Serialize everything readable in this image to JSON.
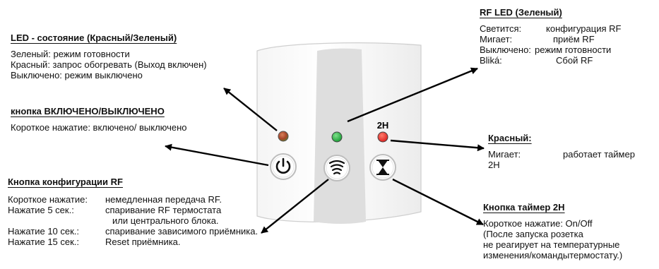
{
  "led_state": {
    "title": "LED - состояние (Красный/Зеленый)",
    "lines": [
      "Зеленый: режим готовности",
      "Красный: запрос обогревать (Выход включен)",
      "Выключено: режим выключено"
    ]
  },
  "power_button": {
    "title": "кнопка ВКЛЮЧЕНО/ВЫКЛЮЧЕНО",
    "lines": [
      "Короткое нажатие: включено/ выключено"
    ]
  },
  "rf_button": {
    "title": "Кнопка конфигурации RF",
    "rows": [
      {
        "k": "Короткое нажатие:",
        "v": "немедленная передача RF."
      },
      {
        "k": "Нажатие 5 сек.:",
        "v": "спаривание RF термостата"
      },
      {
        "k": "",
        "v": "или центрального блока."
      },
      {
        "k": "Нажатие 10 сек.:",
        "v": "спаривание зависимого приёмника."
      },
      {
        "k": "Нажатие 15 сек.:",
        "v": "Reset приёмника."
      }
    ]
  },
  "rf_led": {
    "title": "RF LED (Зеленый)",
    "rows": [
      {
        "k": "Светится:",
        "v": "конфигурация RF"
      },
      {
        "k": "Мигает:",
        "v": "приём RF"
      },
      {
        "k": "Выключено:",
        "v": "режим готовности"
      },
      {
        "k": "Bliká:",
        "v": "Сбой RF"
      }
    ]
  },
  "red_led": {
    "title": "Красный:",
    "row": {
      "k": "Мигает:",
      "v": "работает таймер"
    },
    "cont": "2H"
  },
  "timer_button": {
    "title": "Кнопка таймер 2H",
    "lines": [
      "Короткое нажатие: On/Off",
      "(После запуска розетка",
      "не реагирует на температурные",
      "изменения/командытермостату.)"
    ]
  },
  "device": {
    "timer_label": "2H",
    "colors": {
      "led_state": "#b7492f",
      "led_rf": "#1aa637",
      "led_timer": "#e02020"
    }
  }
}
